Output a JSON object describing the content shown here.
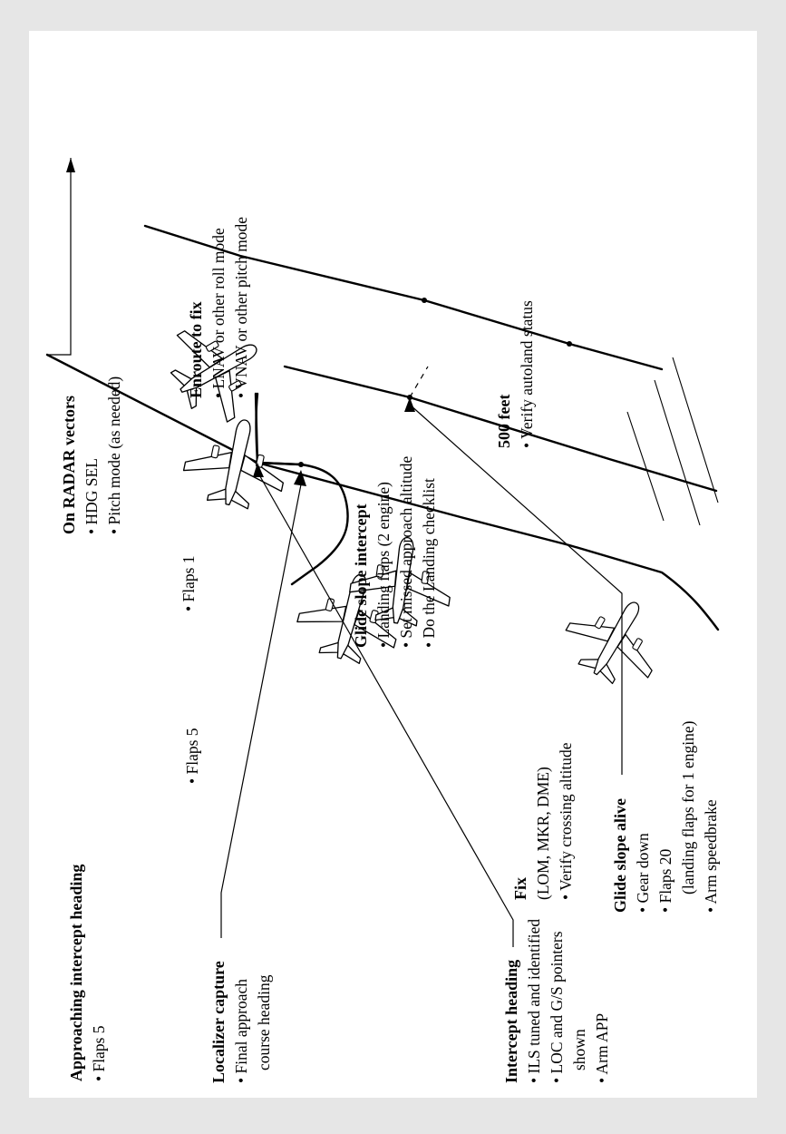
{
  "colors": {
    "background": "#e6e6e6",
    "panel": "#ffffff",
    "ink": "#000000"
  },
  "callouts": {
    "radar": {
      "title": "On RADAR vectors",
      "items": [
        "• HDG SEL",
        "• Pitch mode (as needed)"
      ]
    },
    "enroute": {
      "title": "Enroute to fix",
      "items": [
        "• LNAV or other roll mode",
        "• VNAV or other pitch mode"
      ]
    },
    "feet500": {
      "title": "500 feet",
      "items": [
        "• Verify autoland status"
      ]
    },
    "gs_intercept": {
      "title": "Glide slope intercept",
      "items": [
        "• Landing flaps (2 engine)",
        "• Set missed approach altitude",
        "• Do the Landing checklist"
      ]
    },
    "fix": {
      "title": "Fix",
      "items": [
        "(LOM, MKR, DME)",
        "• Verify crossing altitude"
      ]
    },
    "gs_alive": {
      "title": "Glide slope alive",
      "items": [
        "• Gear down",
        "• Flaps 20",
        "(landing flaps for 1 engine)",
        "• Arm speedbrake"
      ]
    },
    "approaching": {
      "title": "Approaching intercept heading",
      "items": [
        "• Flaps 5"
      ]
    },
    "localizer": {
      "title": "Localizer capture",
      "items": [
        "• Final approach",
        "course heading"
      ]
    },
    "intercept": {
      "title": "Intercept heading",
      "items": [
        "• ILS tuned and identified",
        "• LOC and G/S pointers",
        "shown",
        "• Arm APP"
      ]
    },
    "flaps1": "• Flaps 1",
    "flaps5": "• Flaps 5"
  }
}
